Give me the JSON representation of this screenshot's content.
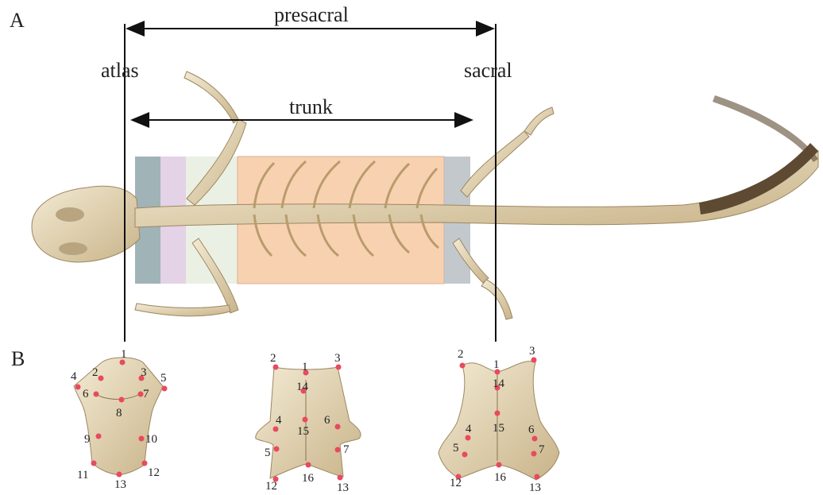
{
  "panel_labels": {
    "a": "A",
    "b": "B"
  },
  "region_labels": {
    "presacral": "presacral",
    "atlas": "atlas",
    "sacral": "sacral",
    "trunk": "trunk"
  },
  "segment_colors": {
    "atlas": "#8fa6aa",
    "anterior_trunk": "#ddc7e0",
    "mid_trunk": "#e6eedf",
    "posterior_trunk": "#f7c9a4",
    "sacral": "#b9bec4"
  },
  "bone_color": "#e8dcc0",
  "landmark_color": "#e84a5f",
  "vertebrae": {
    "atlas": {
      "landmarks": [
        "1",
        "2",
        "3",
        "4",
        "5",
        "6",
        "7",
        "8",
        "9",
        "10",
        "11",
        "12",
        "13"
      ]
    },
    "trunk": {
      "landmarks": [
        "1",
        "2",
        "3",
        "14",
        "4",
        "6",
        "15",
        "5",
        "7",
        "16",
        "12",
        "13"
      ]
    },
    "sacral": {
      "landmarks": [
        "2",
        "1",
        "3",
        "14",
        "4",
        "15",
        "6",
        "5",
        "7",
        "12",
        "16",
        "13"
      ]
    }
  }
}
